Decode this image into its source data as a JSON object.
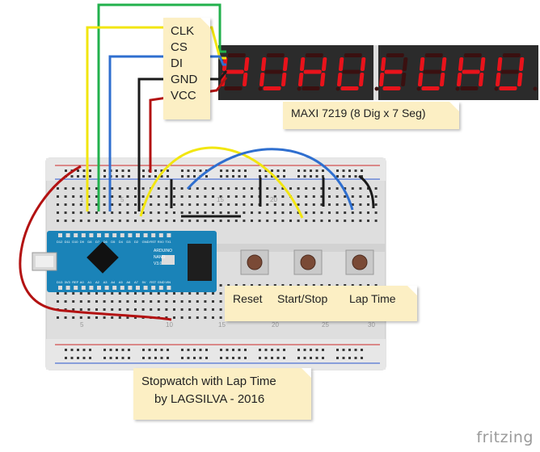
{
  "pin_labels": [
    "CLK",
    "CS",
    "DI",
    "GND",
    "VCC"
  ],
  "display_caption": "MAXI 7219 (8 Dig x 7 Seg)",
  "display_digits": [
    "H",
    "U",
    "H",
    "U",
    "t",
    "U",
    "H",
    "U"
  ],
  "button_labels": [
    "Reset",
    "Start/Stop",
    "Lap Time"
  ],
  "title_lines": [
    "Stopwatch with Lap Time",
    "by LAGSILVA - 2016"
  ],
  "brand": "fritzing",
  "breadboard_numbers": [
    "1",
    "5",
    "15",
    "20"
  ],
  "breadboard_bottom_numbers": [
    "5",
    "10",
    "15",
    "20",
    "25",
    "30"
  ],
  "board_board_text": [
    "ARDUINO",
    "NANO",
    "V3.0"
  ],
  "nano_top_pins": [
    "D13",
    "3V3",
    "REF",
    "A0",
    "A1",
    "A2",
    "A3",
    "A4",
    "A5",
    "A6",
    "A7",
    "5V",
    "RST",
    "GND",
    "VIN"
  ],
  "nano_bottom_pins": [
    "D12",
    "D11",
    "D10",
    "D9",
    "D8",
    "D7",
    "D6",
    "D5",
    "D4",
    "D3",
    "D2",
    "GND",
    "RST",
    "RX0",
    "TX1"
  ],
  "colors": {
    "wire_green": "#22b14c",
    "wire_yellow": "#f2e60f",
    "wire_blue": "#2f6fcf",
    "wire_black": "#1a1a1a",
    "wire_red": "#b31212",
    "segment_on": "#e8131b",
    "segment_off": "#3a1010",
    "nano_board": "#1a83b8",
    "note": "#fcefc4"
  }
}
